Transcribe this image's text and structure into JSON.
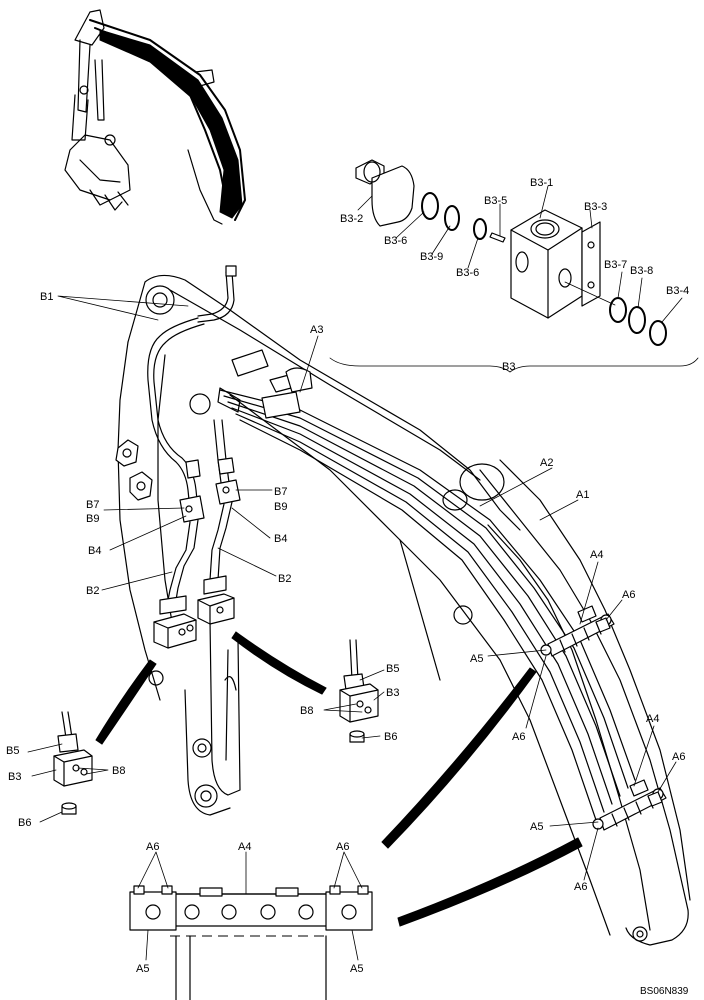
{
  "drawing_code": "BS06N839",
  "labels": {
    "b1": "B1",
    "a3": "A3",
    "a2": "A2",
    "a1": "A1",
    "b7_left": "B7",
    "b9_left": "B9",
    "b4_left": "B4",
    "b2_left": "B2",
    "b7_right": "B7",
    "b9_right": "B9",
    "b4_right": "B4",
    "b2_right": "B2",
    "a4_upper": "A4",
    "a6_upper_right": "A6",
    "a5_upper": "A5",
    "a6_upper_low": "A6",
    "a4_lower": "A4",
    "a6_lower_right": "A6",
    "a5_lower": "A5",
    "a6_lower_low": "A6",
    "b5_mid": "B5",
    "b3_mid": "B3",
    "b8_mid": "B8",
    "b6_mid": "B6",
    "b5_left": "B5",
    "b3_left": "B3",
    "b8_left": "B8",
    "b6_left": "B6",
    "b3_1": "B3-1",
    "b3_2": "B3-2",
    "b3_3": "B3-3",
    "b3_4": "B3-4",
    "b3_5": "B3-5",
    "b3_6_a": "B3-6",
    "b3_6_b": "B3-6",
    "b3_7": "B3-7",
    "b3_8": "B3-8",
    "b3_9": "B3-9",
    "b3_group": "B3",
    "detail_a6_left": "A6",
    "detail_a4": "A4",
    "detail_a6_right": "A6",
    "detail_a5_left": "A5",
    "detail_a5_right": "A5"
  }
}
